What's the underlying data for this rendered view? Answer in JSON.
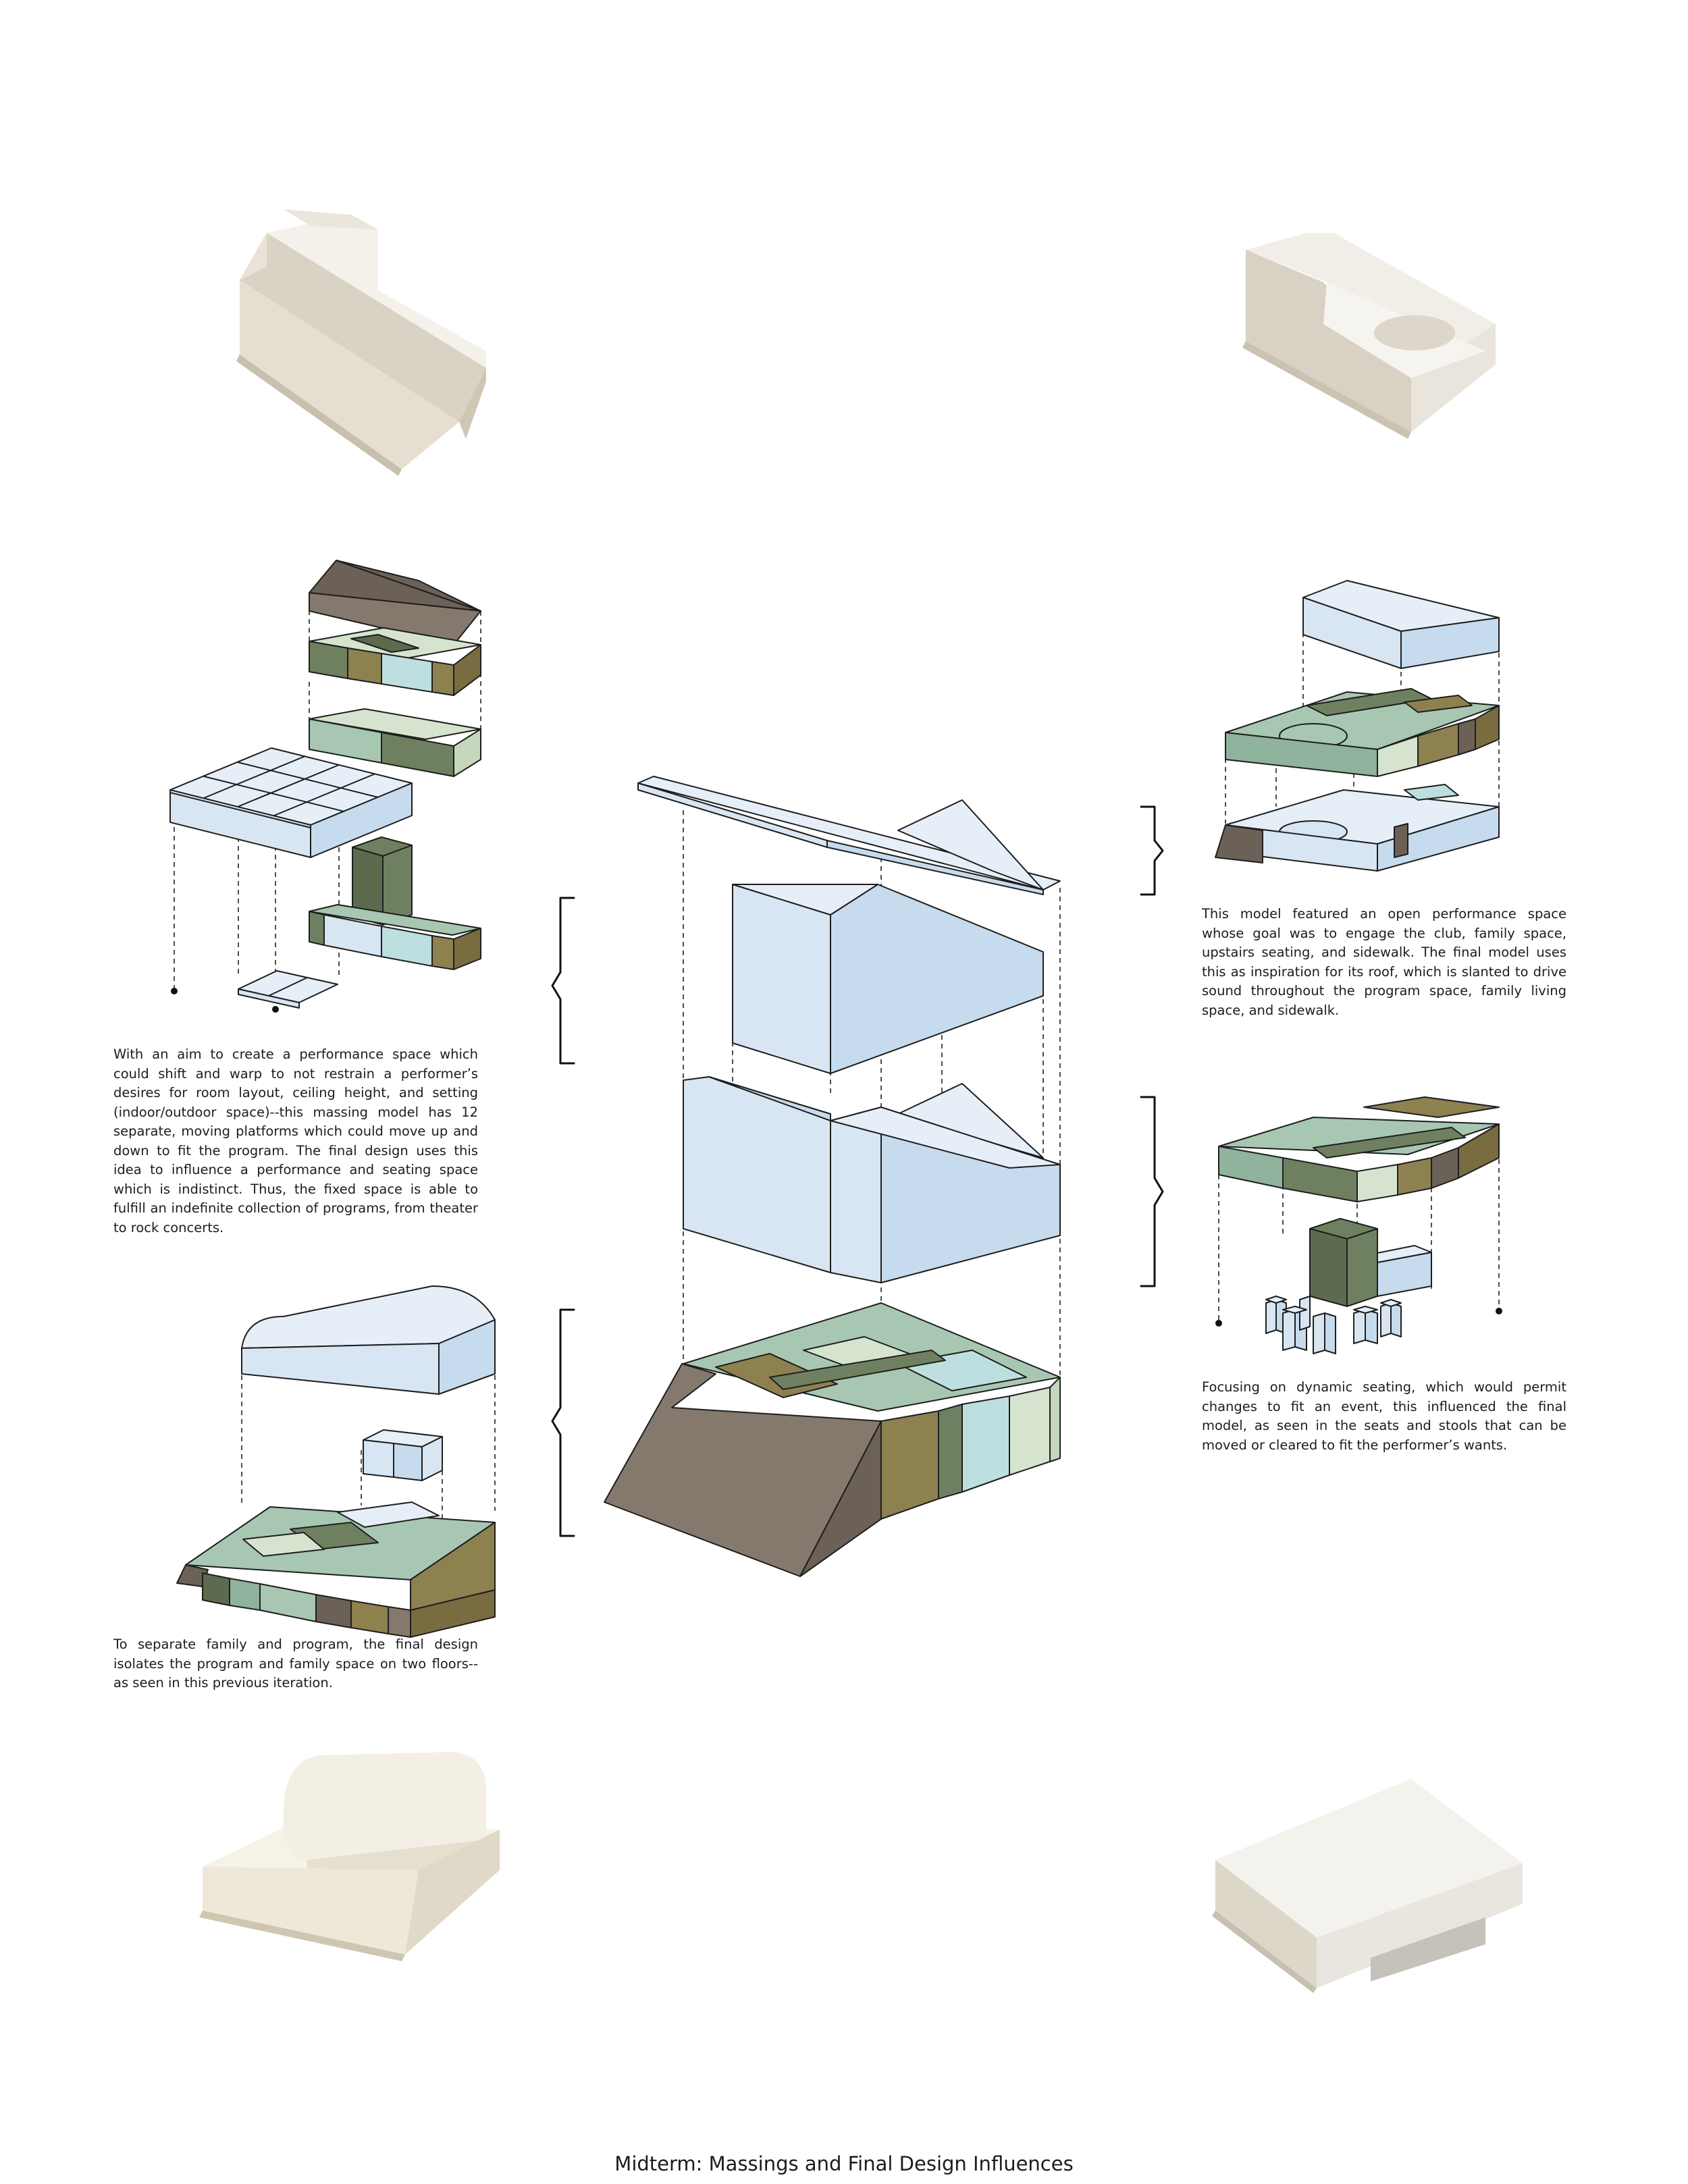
{
  "page": {
    "title": "Midterm: Massings and Final Design Influences"
  },
  "captions": {
    "left_top": "With an aim to create a performance space which could shift and warp to not restrain a performer’s desires for room layout, ceiling height, and setting (indoor/outdoor space)--this massing model has 12 separate, moving platforms which could move up and down to fit the program. The final design uses this idea to influence a performance and seating space which is indistinct. Thus, the fixed space is able to fulfill an indefinite collection of programs, from theater to rock concerts.",
    "left_bottom": "To separate family and program, the final design isolates the program and family space on two floors--as seen in this previous iteration.",
    "right_top": "This model featured an open performance space whose goal was to engage the club, family space, upstairs seating, and sidewalk. The final model uses this as inspiration for its roof, which is slanted to drive sound throughout the program space, family living space, and sidewalk.",
    "right_bottom": "Focusing on dynamic seating, which would permit changes to fit an event, this influenced the final model, as seen in the seats and stools that can be moved or cleared to fit the performer’s wants."
  },
  "colors": {
    "light_blue": "#d5e4f1",
    "sage_green": "#9fbfaa",
    "dark_green": "#6d7d5a",
    "olive": "#8a7d4e",
    "brown_gray": "#7f766b",
    "pale_teal": "#b9dbdd",
    "pale_green": "#d3e2cc",
    "model_white": "#efebe2"
  }
}
